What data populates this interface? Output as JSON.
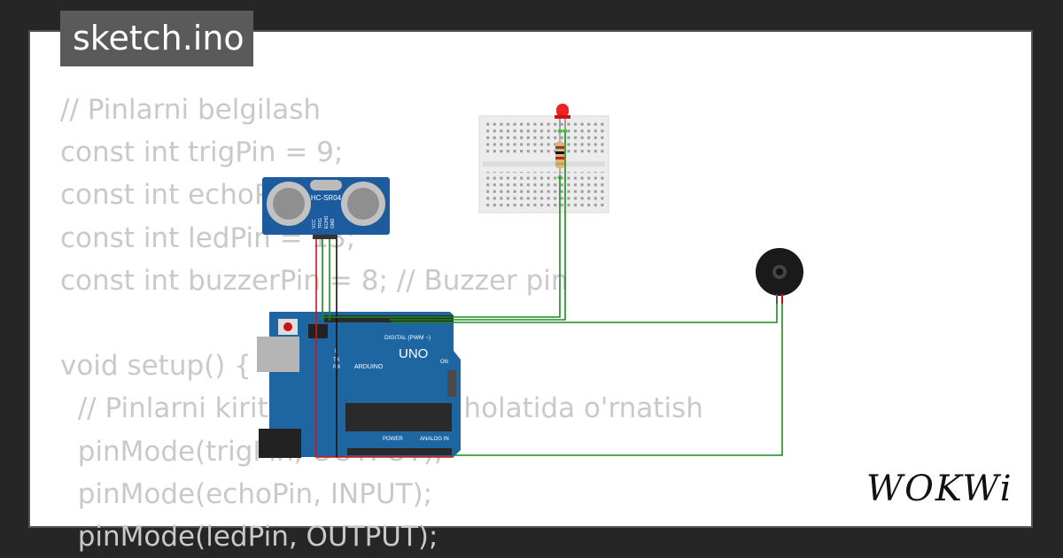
{
  "tab": {
    "title": "sketch.ino"
  },
  "code": {
    "lines": [
      "// Pinlarni belgilash",
      "const int trigPin = 9;",
      "const int echoPin = 10;",
      "const int ledPin = 13;",
      "const int buzzerPin = 8; // Buzzer pin",
      "",
      "void setup() {",
      "  // Pinlarni kiritish va chiqish holatida o'rnatish",
      "  pinMode(trigPin, OUTPUT);",
      "  pinMode(echoPin, INPUT);",
      "  pinMode(ledPin, OUTPUT);"
    ]
  },
  "components": {
    "sensor_label": "HC-SR04",
    "sensor_pins": [
      "VCC",
      "TRIG",
      "ECHO",
      "GND"
    ],
    "board_name": "UNO",
    "board_brand": "ARDUINO",
    "digital_header": "DIGITAL (PWM ~)",
    "power_header": "POWER",
    "analog_header": "ANALOG IN",
    "on_label": "ON",
    "tx_label": "TX",
    "rx_label": "RX",
    "l_label": "L"
  },
  "brand": {
    "logo_text": "WOKWi"
  },
  "colors": {
    "tab_bg": "#5a5a5a",
    "code_text": "#c9c9c9",
    "board": "#1e66a2",
    "wire_green": "#1b8a1b",
    "wire_red": "#d11",
    "wire_black": "#111"
  }
}
